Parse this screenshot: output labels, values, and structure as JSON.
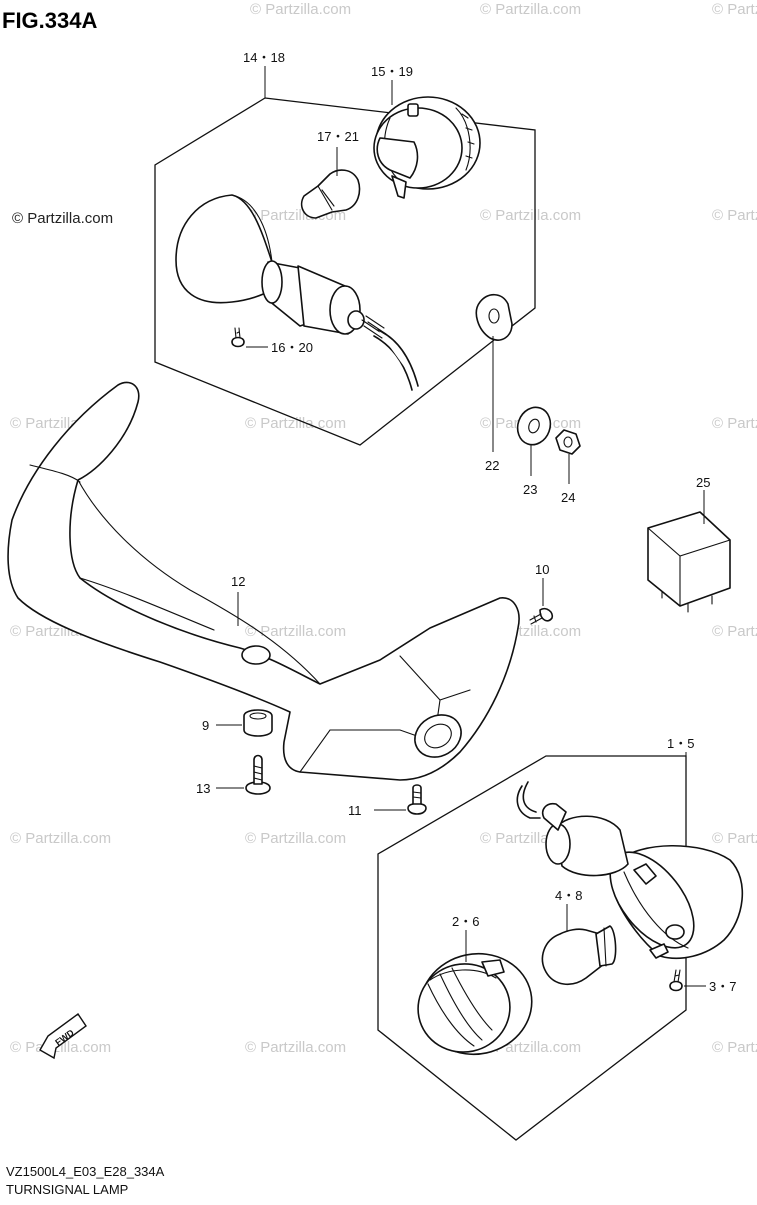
{
  "figure_title": "FIG.334A",
  "watermark": "© Partzilla.com",
  "watermark_brand": "© Partzilla.com",
  "fwd_label": "FWD",
  "footer": {
    "code": "VZ1500L4_E03_E28_334A",
    "name": "TURNSIGNAL LAMP"
  },
  "callouts": {
    "c14_18": "14・18",
    "c15_19": "15・19",
    "c17_21": "17・21",
    "c16_20": "16・20",
    "c22": "22",
    "c23": "23",
    "c24": "24",
    "c25": "25",
    "c12": "12",
    "c10": "10",
    "c9": "9",
    "c13": "13",
    "c11": "11",
    "c1_5": "1・5",
    "c2_6": "2・6",
    "c4_8": "4・8",
    "c3_7": "3・7"
  }
}
